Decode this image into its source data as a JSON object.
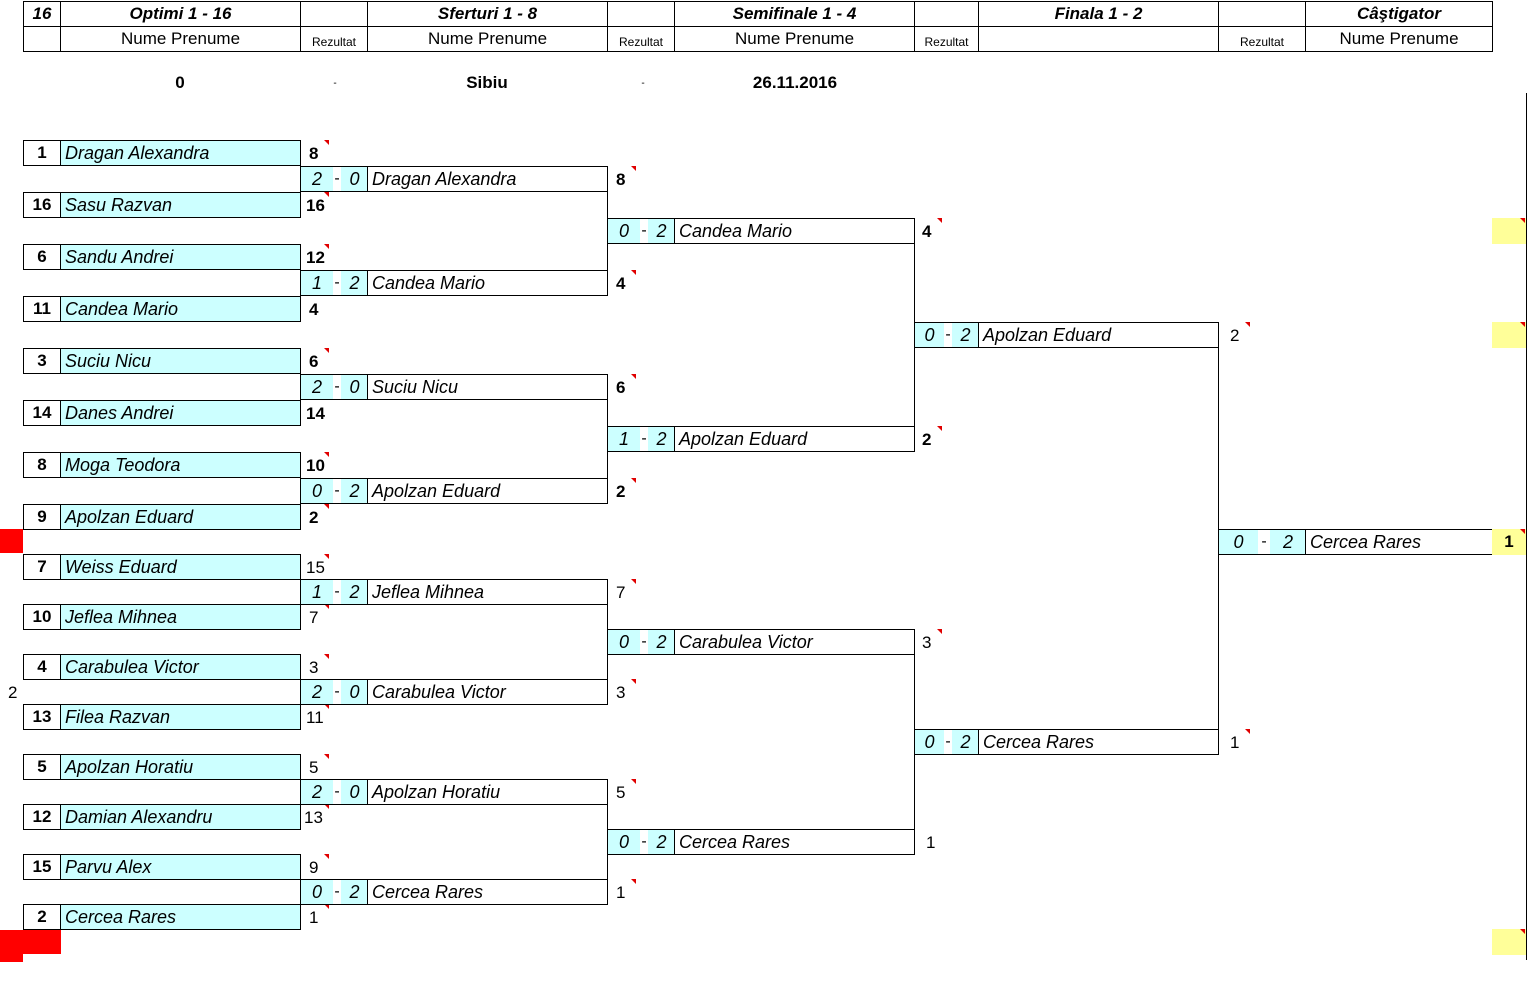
{
  "header": {
    "count": "16",
    "round1": "Optimi 1 - 16",
    "round2": "Sferturi 1 - 8",
    "round3": "Semifinale 1 - 4",
    "round4": "Finala 1 - 2",
    "winner": "Câştigator",
    "name_label": "Nume Prenume",
    "result_label": "Rezultat"
  },
  "info": {
    "left_value": "0",
    "sep1": "-",
    "city": "Sibiu",
    "sep2": "-",
    "date": "26.11.2016"
  },
  "round1": [
    {
      "seed": "1",
      "name": "Dragan Alexandra",
      "rank": "8"
    },
    {
      "seed": "16",
      "name": "Sasu Razvan",
      "rank": "16"
    },
    {
      "seed": "6",
      "name": "Sandu Andrei",
      "rank": "12"
    },
    {
      "seed": "11",
      "name": "Candea Mario",
      "rank": "4"
    },
    {
      "seed": "3",
      "name": "Suciu Nicu",
      "rank": "6"
    },
    {
      "seed": "14",
      "name": "Danes Andrei",
      "rank": "14"
    },
    {
      "seed": "8",
      "name": "Moga Teodora",
      "rank": "10"
    },
    {
      "seed": "9",
      "name": "Apolzan Eduard",
      "rank": "2"
    },
    {
      "seed": "7",
      "name": "Weiss Eduard",
      "rank": "15"
    },
    {
      "seed": "10",
      "name": "Jeflea Mihnea",
      "rank": "7"
    },
    {
      "seed": "4",
      "name": "Carabulea Victor",
      "rank": "3"
    },
    {
      "seed": "13",
      "name": "Filea Razvan",
      "rank": "11"
    },
    {
      "seed": "5",
      "name": "Apolzan Horatiu",
      "rank": "5"
    },
    {
      "seed": "12",
      "name": "Damian Alexandru",
      "rank": "13"
    },
    {
      "seed": "15",
      "name": "Parvu Alex",
      "rank": "9"
    },
    {
      "seed": "2",
      "name": "Cercea Rares",
      "rank": "1"
    }
  ],
  "round2": [
    {
      "s1": "2",
      "dash": "-",
      "s2": "0",
      "name": "Dragan Alexandra",
      "rank": "8"
    },
    {
      "s1": "1",
      "dash": "-",
      "s2": "2",
      "name": "Candea Mario",
      "rank": "4"
    },
    {
      "s1": "2",
      "dash": "-",
      "s2": "0",
      "name": "Suciu Nicu",
      "rank": "6"
    },
    {
      "s1": "0",
      "dash": "-",
      "s2": "2",
      "name": "Apolzan Eduard",
      "rank": "2"
    },
    {
      "s1": "1",
      "dash": "-",
      "s2": "2",
      "name": "Jeflea Mihnea",
      "rank": "7"
    },
    {
      "s1": "2",
      "dash": "-",
      "s2": "0",
      "name": "Carabulea Victor",
      "rank": "3"
    },
    {
      "s1": "2",
      "dash": "-",
      "s2": "0",
      "name": "Apolzan Horatiu",
      "rank": "5"
    },
    {
      "s1": "0",
      "dash": "-",
      "s2": "2",
      "name": "Cercea Rares",
      "rank": "1"
    }
  ],
  "round3": [
    {
      "s1": "0",
      "dash": "-",
      "s2": "2",
      "name": "Candea Mario",
      "rank": "4"
    },
    {
      "s1": "1",
      "dash": "-",
      "s2": "2",
      "name": "Apolzan Eduard",
      "rank": "2"
    },
    {
      "s1": "0",
      "dash": "-",
      "s2": "2",
      "name": "Carabulea Victor",
      "rank": "3"
    },
    {
      "s1": "0",
      "dash": "-",
      "s2": "2",
      "name": "Cercea Rares",
      "rank": "1"
    }
  ],
  "round4": [
    {
      "s1": "0",
      "dash": "-",
      "s2": "2",
      "name": "Apolzan Eduard",
      "rank": "2"
    },
    {
      "s1": "0",
      "dash": "-",
      "s2": "2",
      "name": "Cercea Rares",
      "rank": "1"
    }
  ],
  "final": {
    "s1": "0",
    "dash": "-",
    "s2": "2",
    "name": "Cercea Rares",
    "rank": "1"
  },
  "side_number": "2",
  "colors": {
    "player_fill": "#ccffff",
    "highlight": "#ffff99",
    "marker": "#ff0000",
    "comment": "#e00000"
  }
}
